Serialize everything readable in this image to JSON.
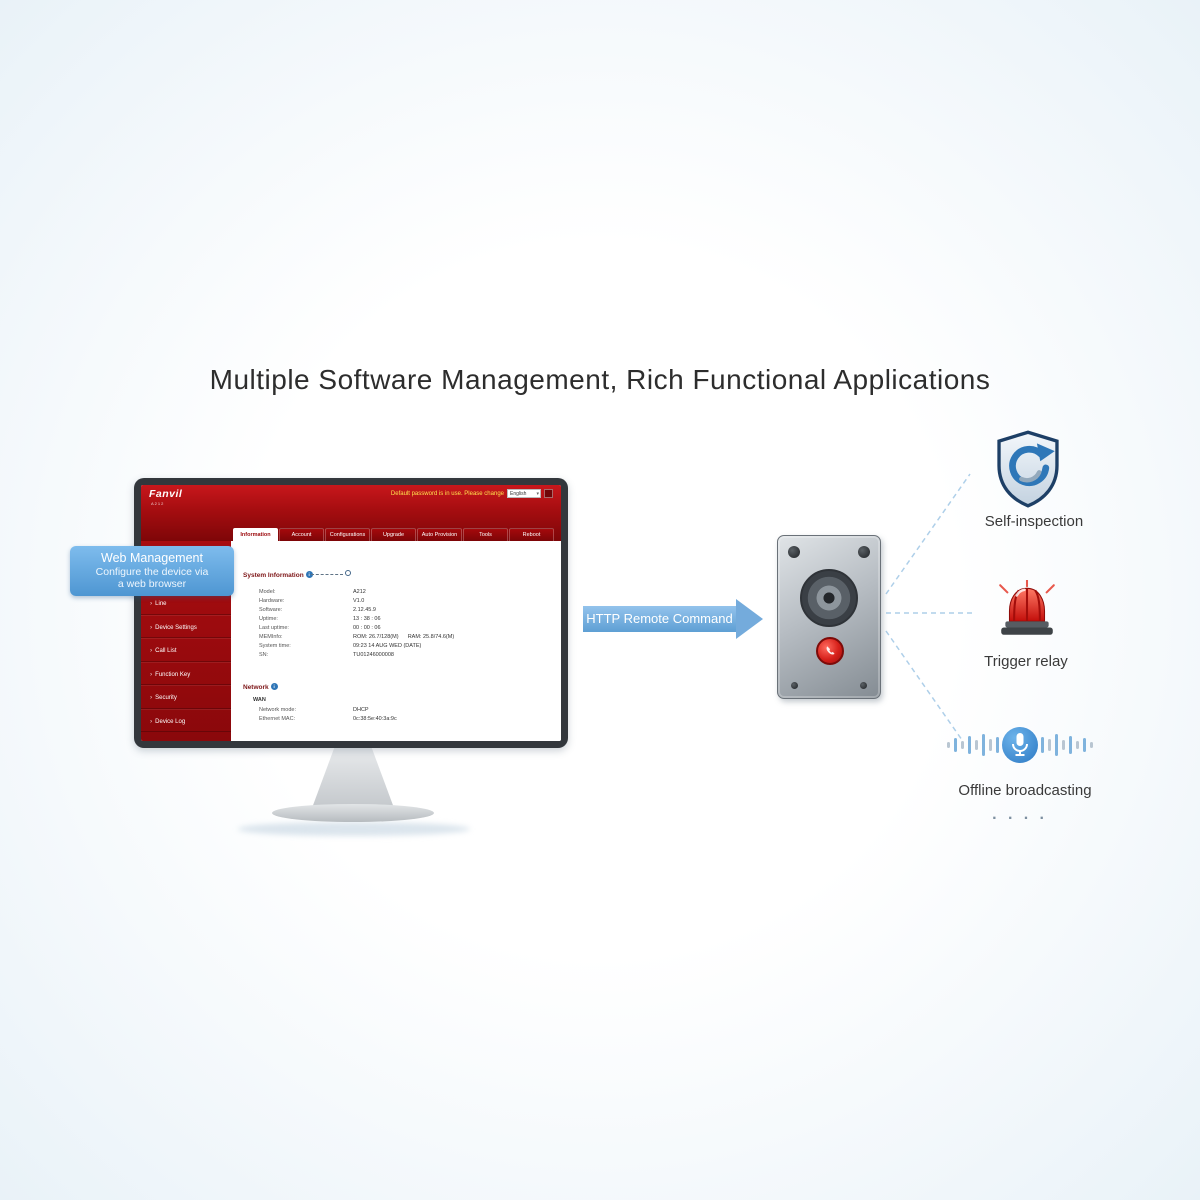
{
  "title": "Multiple Software Management, Rich Functional Applications",
  "callout": {
    "title": "Web Management",
    "line1": "Configure the device via",
    "line2": "a web browser"
  },
  "arrow": {
    "label": "HTTP Remote Command"
  },
  "features": [
    {
      "label": "Self-inspection",
      "icon": "shield-icon"
    },
    {
      "label": "Trigger relay",
      "icon": "alarm-beacon-icon"
    },
    {
      "label": "Offline broadcasting",
      "icon": "microphone-broadcast-icon"
    }
  ],
  "ellipsis": "· · · ·",
  "colors": {
    "brand_red": "#a50d10",
    "accent_blue": "#5e9fd4",
    "warning_yellow": "#ffe14d"
  },
  "screen": {
    "logo": "Fanvil",
    "logo_sub": "A212",
    "warning": "Default password is in use. Please change",
    "language": "English",
    "tabs": [
      "Information",
      "Account",
      "Configurations",
      "Upgrade",
      "Auto Provision",
      "Tools",
      "Reboot"
    ],
    "sidebar": [
      "Line",
      "Device Settings",
      "Call List",
      "Function Key",
      "Security",
      "Device Log"
    ],
    "system": {
      "title": "System Information",
      "rows": [
        {
          "label": "Model:",
          "value": "A212"
        },
        {
          "label": "Hardware:",
          "value": "V1.0"
        },
        {
          "label": "Software:",
          "value": "2.12.45.9"
        },
        {
          "label": "Uptime:",
          "value": "13 : 38 : 06"
        },
        {
          "label": "Last uptime:",
          "value": "00 : 00 : 06"
        },
        {
          "label": "MEMInfo:",
          "value": "ROM: 26.7/128(M)      RAM: 25.8/74.6(M)"
        },
        {
          "label": "System time:",
          "value": "09:23 14 AUG WED (DATE)"
        },
        {
          "label": "SN:",
          "value": "TU01246000008"
        }
      ]
    },
    "network": {
      "title": "Network",
      "group": "WAN",
      "rows": [
        {
          "label": "Network mode:",
          "value": "DHCP"
        },
        {
          "label": "Ethernet MAC:",
          "value": "0c:38:5e:40:3a:9c"
        }
      ]
    }
  }
}
